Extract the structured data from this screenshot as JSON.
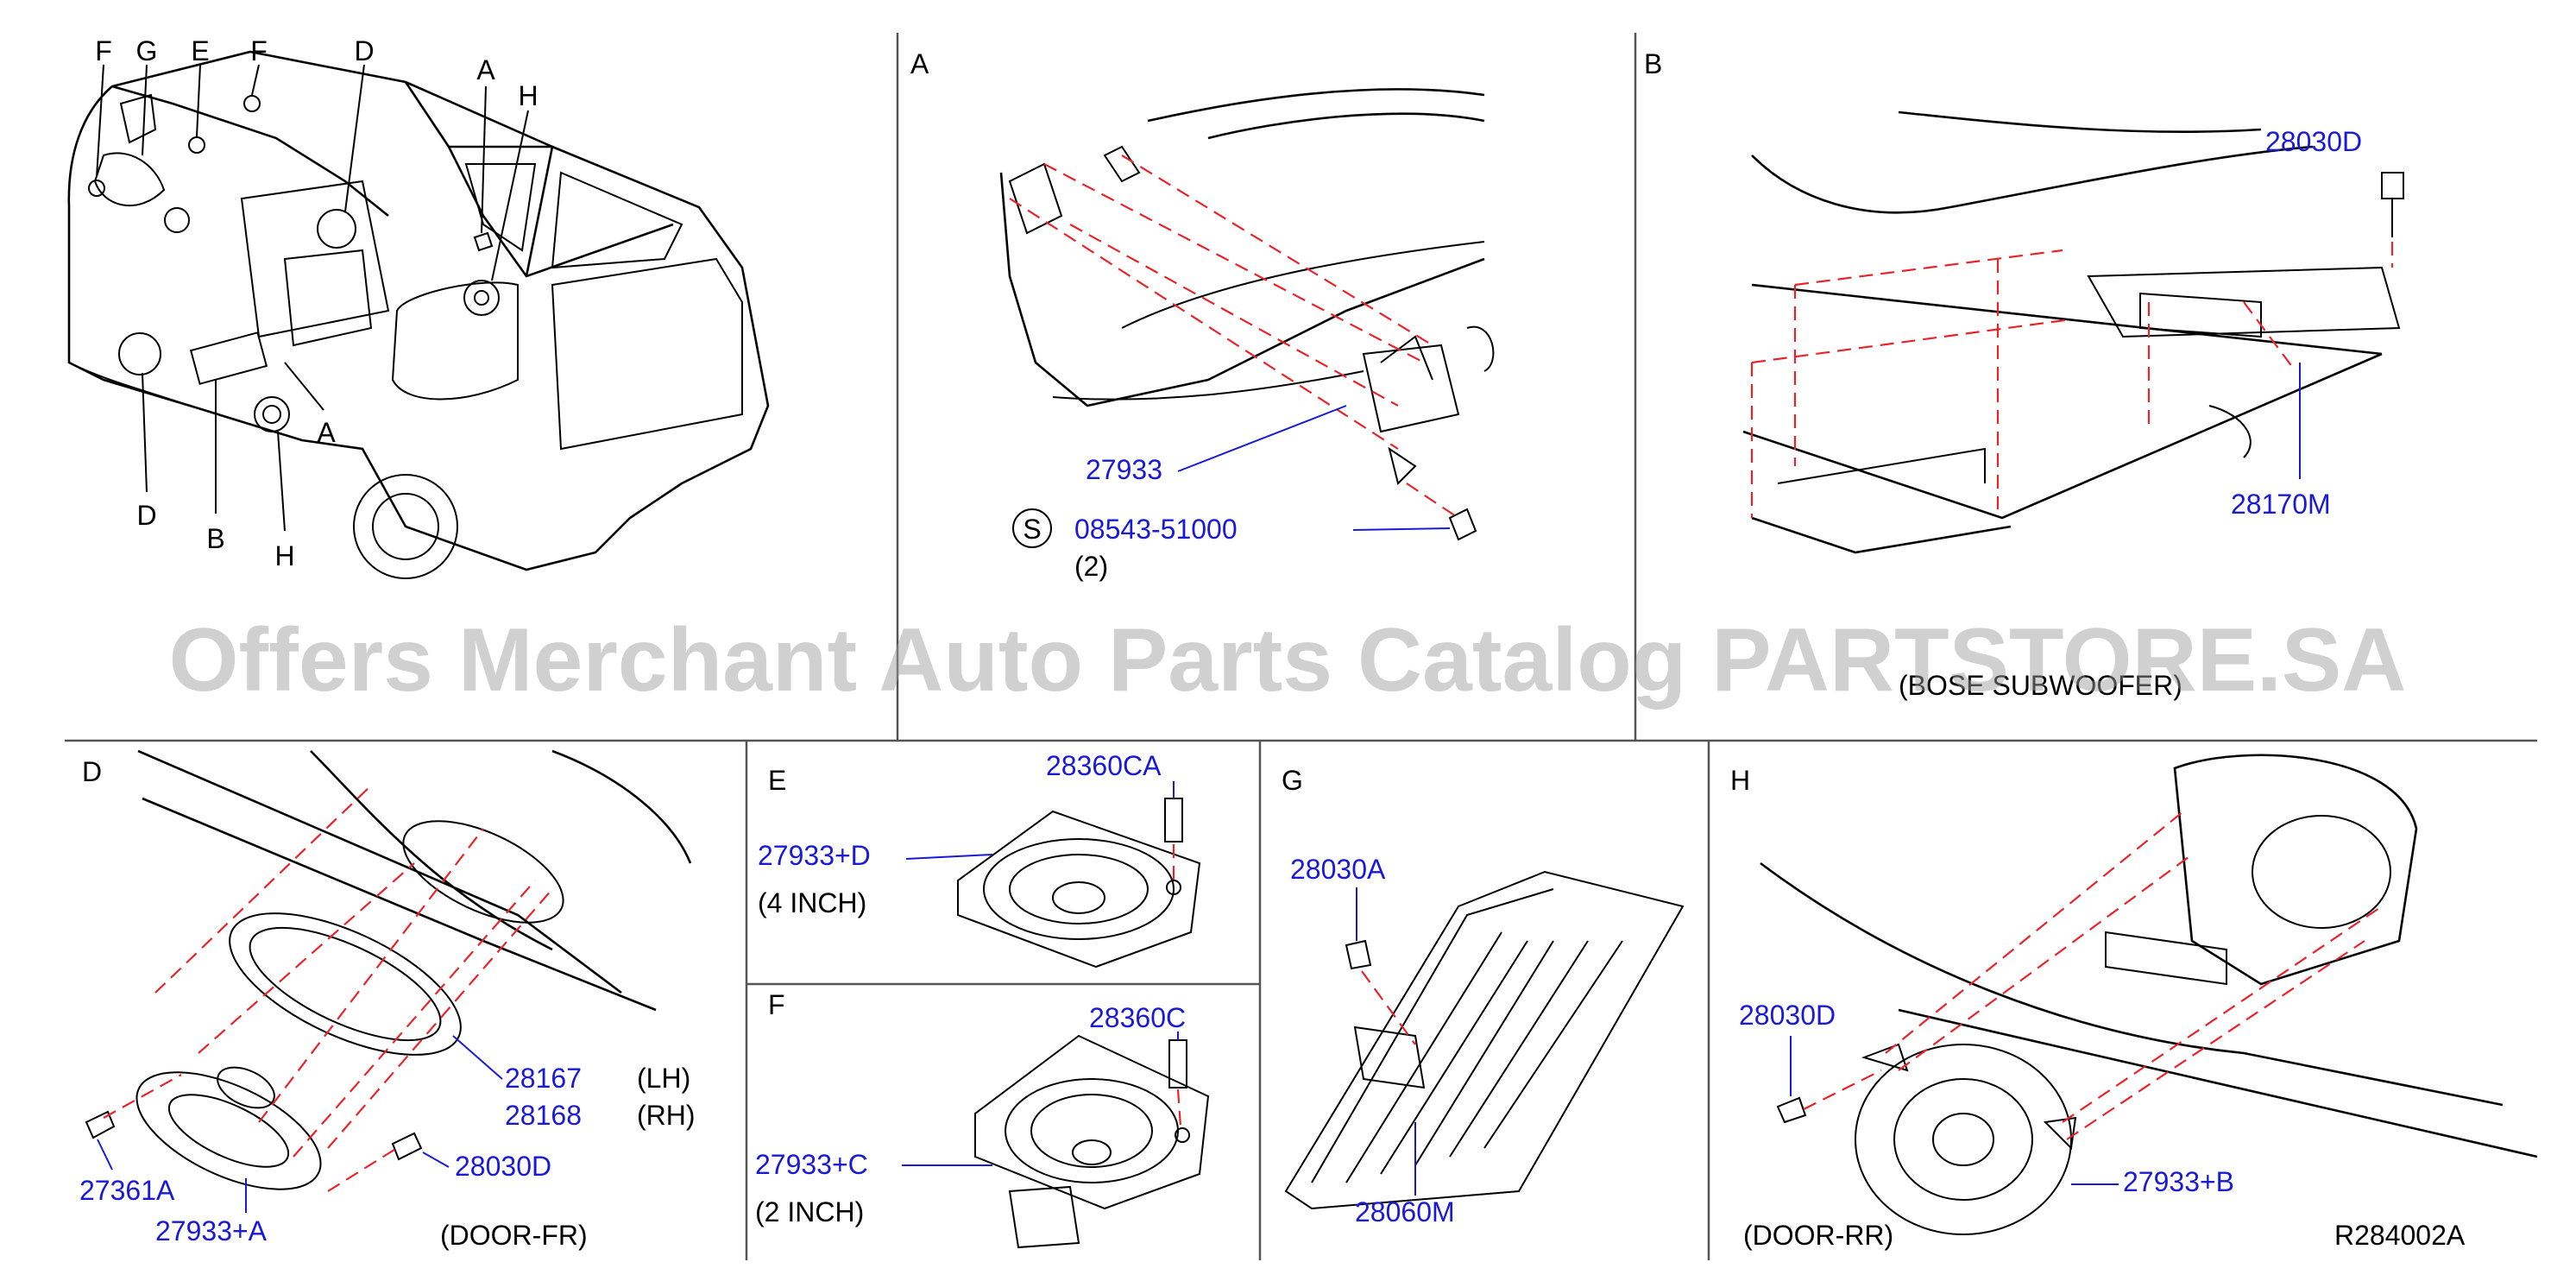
{
  "overview": {
    "labels": [
      "F",
      "G",
      "E",
      "F",
      "D",
      "A",
      "H",
      "A",
      "D",
      "B",
      "H"
    ]
  },
  "panel_a": {
    "title": "A",
    "part_27933": "27933",
    "symbol": "S",
    "part_08543": "08543-51000",
    "qty": "(2)"
  },
  "panel_b": {
    "title": "B",
    "part_28030d": "28030D",
    "part_28170m": "28170M",
    "note": "(BOSE SUBWOOFER)"
  },
  "panel_d": {
    "title": "D",
    "part_28167": "28167",
    "lh": "(LH)",
    "part_28168": "28168",
    "rh": "(RH)",
    "part_27361a": "27361A",
    "part_28030d": "28030D",
    "part_27933a": "27933+A",
    "note": "(DOOR-FR)"
  },
  "panel_e": {
    "title": "E",
    "part_28360ca": "28360CA",
    "part_27933d": "27933+D",
    "size": "(4 INCH)"
  },
  "panel_f": {
    "title": "F",
    "part_28360c": "28360C",
    "part_27933c": "27933+C",
    "size": "(2 INCH)"
  },
  "panel_g": {
    "title": "G",
    "part_28030a": "28030A",
    "part_28060m": "28060M"
  },
  "panel_h": {
    "title": "H",
    "part_28030d": "28030D",
    "part_27933b": "27933+B",
    "note": "(DOOR-RR)",
    "ref": "R284002A"
  },
  "watermark": "Offers Merchant Auto Parts Catalog PARTSTORE.SA"
}
